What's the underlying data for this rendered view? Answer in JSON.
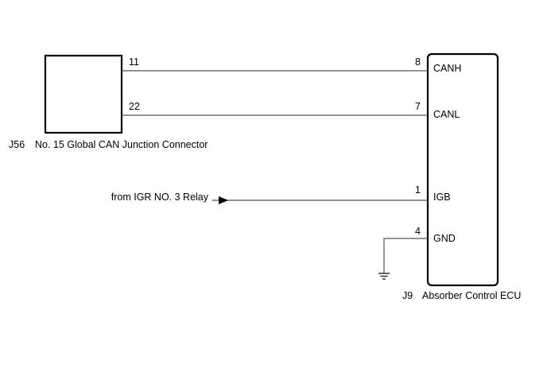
{
  "junction_connector": {
    "code": "J56",
    "name": "No. 15 Global CAN Junction Connector",
    "pins": {
      "canh": "11",
      "canl": "22"
    }
  },
  "ecu": {
    "code": "J9",
    "name": "Absorber Control ECU",
    "pins": {
      "canh": {
        "number": "8",
        "signal": "CANH"
      },
      "canl": {
        "number": "7",
        "signal": "CANL"
      },
      "igb": {
        "number": "1",
        "signal": "IGB"
      },
      "gnd": {
        "number": "4",
        "signal": "GND"
      }
    }
  },
  "source": {
    "label": "from IGR NO. 3 Relay"
  }
}
